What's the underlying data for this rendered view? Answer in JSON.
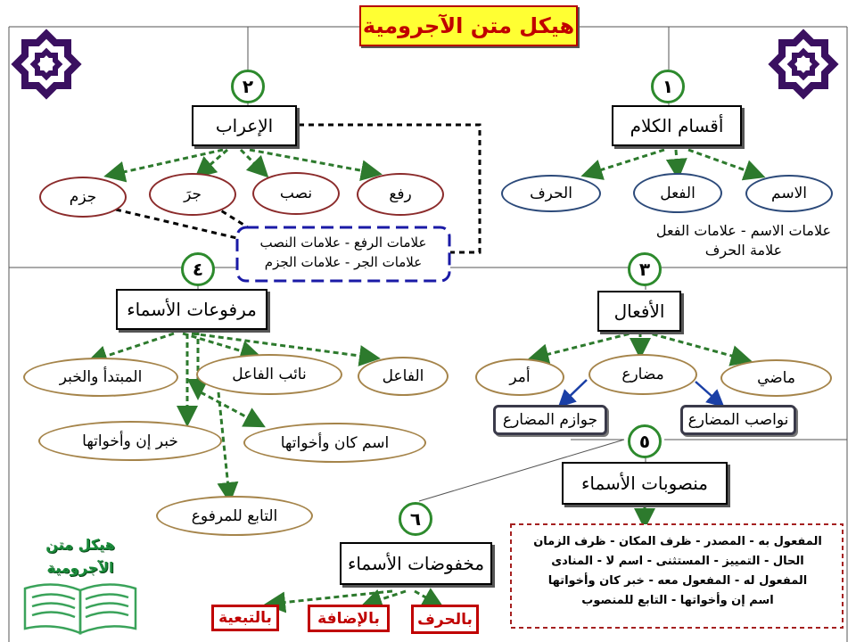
{
  "title": "هيكل متن الآجرومية",
  "numbers": [
    "١",
    "٢",
    "٣",
    "٤",
    "٥",
    "٦"
  ],
  "aqsam": {
    "label": "أقسام الكلام",
    "items": [
      "الاسم",
      "الفعل",
      "الحرف"
    ],
    "note_line1": "علامات الاسم - علامات الفعل",
    "note_line2": "علامة الحرف"
  },
  "irab": {
    "label": "الإعراب",
    "items": [
      "رفع",
      "نصب",
      "جرَ",
      "جزم"
    ],
    "signs_line1": "علامات الرفع - علامات النصب",
    "signs_line2": "علامات الجر - علامات الجزم"
  },
  "afal": {
    "label": "الأفعال",
    "items": [
      "ماضي",
      "مضارع",
      "أمر"
    ],
    "nawasib": "نواصب المضارع",
    "jawazim": "جوازم المضارع"
  },
  "marfuat": {
    "label": "مرفوعات الأسماء",
    "items": [
      "الفاعل",
      "نائب الفاعل",
      "المبتدأ والخبر",
      "اسم كان وأخواتها",
      "خبر إن وأخواتها",
      "التابع للمرفوع"
    ]
  },
  "mansubat": {
    "label": "منصوبات الأسماء",
    "lines": [
      "المفعول به - المصدر - ظرف المكان - ظرف الزمان",
      "الحال - التمييز - المستثنى - اسم لا - المنادى",
      "المفعول له - المفعول معه - خبر كان وأخواتها",
      "اسم إن وأخواتها - التابع للمنصوب"
    ]
  },
  "makhfudat": {
    "label": "مخفوضات الأسماء",
    "items": [
      "بالحرف",
      "بالإضافة",
      "بالتبعية"
    ]
  },
  "logo": {
    "line1": "هيكل متن",
    "line2": "الآجرومية"
  },
  "colors": {
    "title_bg": "#ffff33",
    "title_text": "#c00000",
    "green_arrow": "#2d7a2d",
    "blue_dashed": "#1a1aa6",
    "ornament": "#3a1060",
    "book": "#3aa35a"
  }
}
